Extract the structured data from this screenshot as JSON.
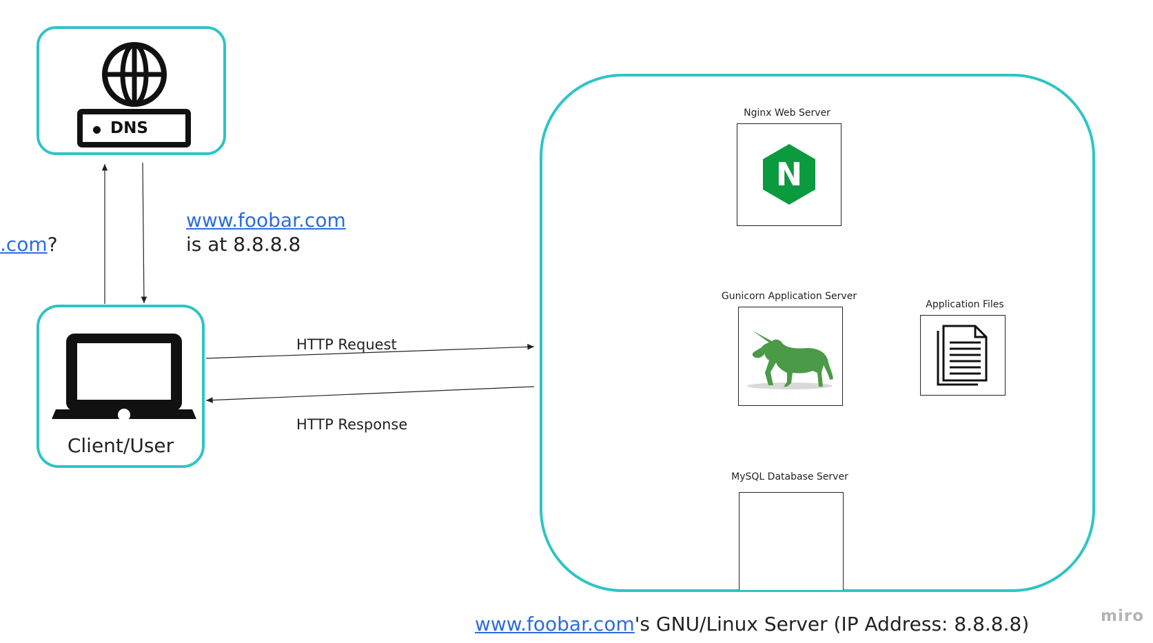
{
  "dns_card": {
    "label": "DNS",
    "icons": [
      "globe-icon",
      "server-icon"
    ]
  },
  "dns_query": {
    "link_fragment": ".com",
    "suffix": "?"
  },
  "dns_answer": {
    "link": "www.foobar.com",
    "text": "is at 8.8.8.8"
  },
  "client": {
    "label": "Client/User",
    "icon": "laptop-icon"
  },
  "http": {
    "request": "HTTP Request",
    "response": "HTTP Response"
  },
  "server": {
    "nginx": {
      "label": "Nginx Web Server",
      "icon": "nginx-logo-icon",
      "logo_letter": "N"
    },
    "gunicorn": {
      "label": "Gunicorn Application Server",
      "icon": "unicorn-icon"
    },
    "app_files": {
      "label": "Application Files",
      "icon": "document-icon"
    },
    "mysql": {
      "label": "MySQL Database Server"
    },
    "caption_link": "www.foobar.com",
    "caption_rest": "'s GNU/Linux Server (IP Address: 8.8.8.8)"
  },
  "watermark": "miro",
  "colors": {
    "teal": "#2ec4c6",
    "link": "#2d6be0",
    "nginx_green": "#0b9a3e",
    "unicorn_green": "#4a9a48"
  }
}
